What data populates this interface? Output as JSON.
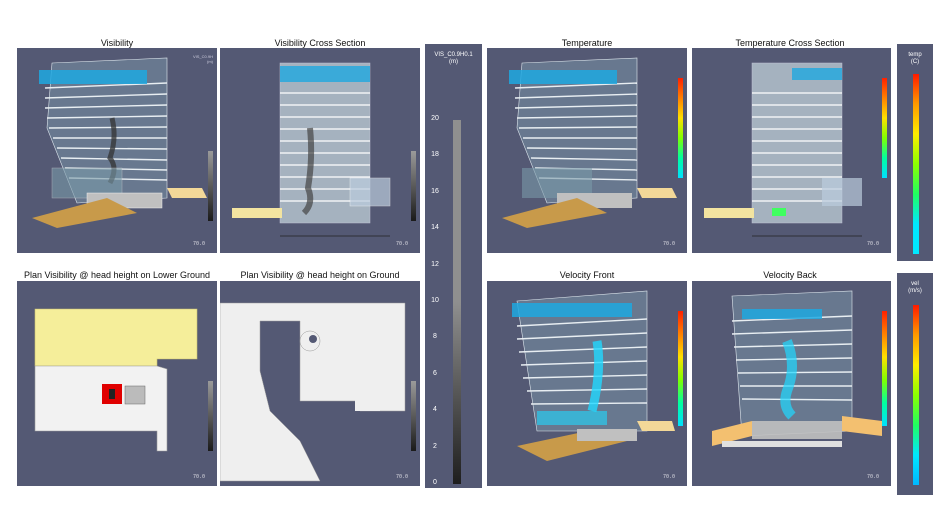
{
  "panels": {
    "visibility": {
      "title": "Visibility",
      "time": "70.0"
    },
    "visibility_cross": {
      "title": "Visibility Cross Section",
      "time": "70.0"
    },
    "plan_lower": {
      "title": "Plan Visibility @ head height on Lower Ground",
      "time": "70.0"
    },
    "plan_ground": {
      "title": "Plan Visibility @ head height on Ground",
      "time": "70.0"
    },
    "temperature": {
      "title": "Temperature",
      "time": "70.0"
    },
    "temperature_cross": {
      "title": "Temperature Cross Section",
      "time": "70.0"
    },
    "velocity_front": {
      "title": "Velocity Front",
      "time": "70.0"
    },
    "velocity_back": {
      "title": "Velocity Back",
      "time": "70.0"
    }
  },
  "visibility_scale": {
    "title_line1": "VIS_C0.9H0.1",
    "title_line2": "(m)",
    "ticks": [
      "20",
      "18",
      "16",
      "14",
      "12",
      "10",
      "8",
      "6",
      "4",
      "2",
      "0"
    ]
  },
  "temperature_scale": {
    "title_line1": "temp",
    "title_line2": "(C)"
  },
  "velocity_scale": {
    "title_line1": "vel",
    "title_line2": "(m/s)"
  },
  "colors": {
    "panel_bg": "#545974",
    "floor_slab": "#a8c8d8",
    "smoke": "#3a3a3a",
    "sand": "#c89a4a",
    "cyan": "#00e0ff",
    "plan_yellow": "#f5ee9a",
    "plan_red": "#e00000"
  }
}
